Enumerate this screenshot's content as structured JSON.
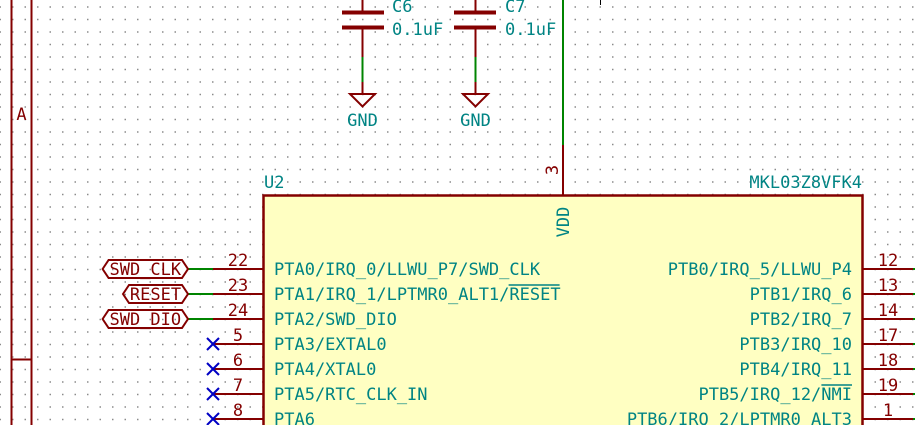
{
  "colors": {
    "wire": "#008400",
    "component": "#840000",
    "text": "#008484",
    "body_fill": "#ffffc2",
    "no_connect": "#0000c4"
  },
  "border": {
    "zone_label": "A"
  },
  "capacitors": [
    {
      "ref": "C6",
      "value": "0.1uF",
      "ground_label": "GND"
    },
    {
      "ref": "C7",
      "value": "0.1uF",
      "ground_label": "GND"
    }
  ],
  "ic": {
    "reference": "U2",
    "part_number": "MKL03Z8VFK4",
    "top_pin": {
      "number": "3",
      "name": "VDD"
    },
    "left_pins": [
      {
        "number": "22",
        "name": "PTA0/IRQ_0/LLWU_P7/SWD_CLK",
        "overbar": "",
        "net": "SWD_CLK",
        "connection": "label"
      },
      {
        "number": "23",
        "name": "PTA1/IRQ_1/LPTMR0_ALT1/",
        "overbar": "RESET",
        "net": "RESET",
        "connection": "label"
      },
      {
        "number": "24",
        "name": "PTA2/SWD_DIO",
        "overbar": "",
        "net": "SWD_DIO",
        "connection": "label"
      },
      {
        "number": "5",
        "name": "PTA3/EXTAL0",
        "overbar": "",
        "net": "",
        "connection": "no-connect"
      },
      {
        "number": "6",
        "name": "PTA4/XTAL0",
        "overbar": "",
        "net": "",
        "connection": "no-connect"
      },
      {
        "number": "7",
        "name": "PTA5/RTC_CLK_IN",
        "overbar": "",
        "net": "",
        "connection": "no-connect"
      },
      {
        "number": "8",
        "name": "PTA6",
        "overbar": "",
        "net": "",
        "connection": "no-connect"
      }
    ],
    "right_pins": [
      {
        "number": "12",
        "name": "PTB0/IRQ_5/LLWU_P4",
        "overbar": ""
      },
      {
        "number": "13",
        "name": "PTB1/IRQ_6",
        "overbar": ""
      },
      {
        "number": "14",
        "name": "PTB2/IRQ_7",
        "overbar": ""
      },
      {
        "number": "17",
        "name": "PTB3/IRQ_10",
        "overbar": ""
      },
      {
        "number": "18",
        "name": "PTB4/IRQ_11",
        "overbar": ""
      },
      {
        "number": "19",
        "name": "PTB5/IRQ_12/",
        "overbar": "NMI"
      },
      {
        "number": "1",
        "name": "PTB6/IRQ_2/LPTMR0_ALT3",
        "overbar": ""
      }
    ]
  }
}
